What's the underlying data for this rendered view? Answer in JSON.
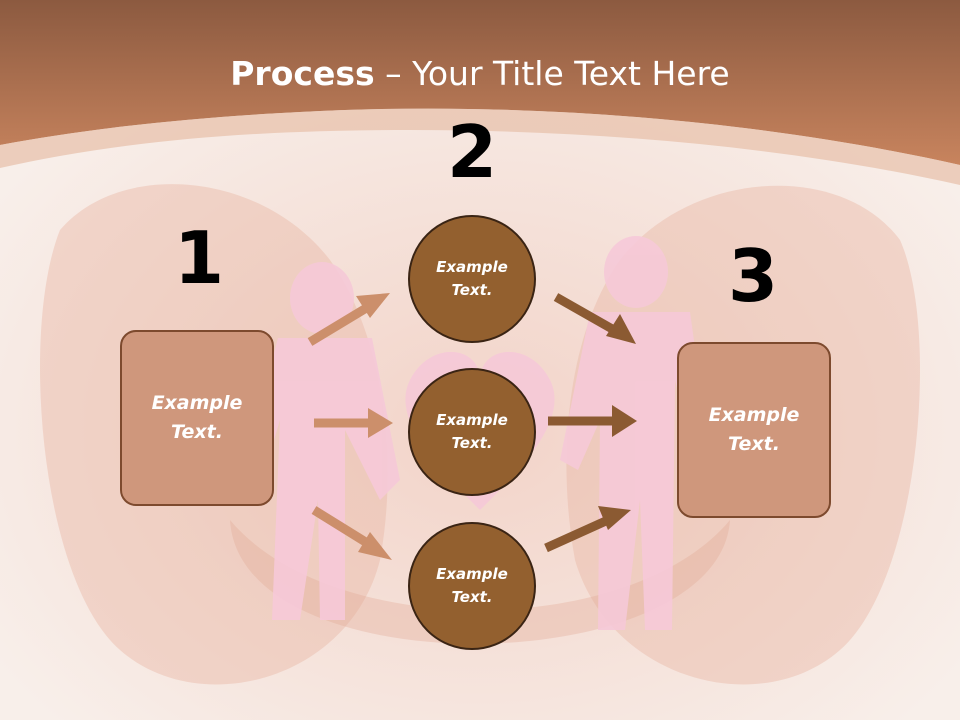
{
  "slide": {
    "title_bold": "Process",
    "title_rest": " – Your Title Text Here",
    "step_numbers": [
      "1",
      "2",
      "3"
    ],
    "left_box": "Example\nText.",
    "right_box": "Example\nText.",
    "circles": [
      "Example\nText.",
      "Example\nText.",
      "Example\nText."
    ]
  },
  "colors": {
    "header": "#b87552",
    "box_fill": "#cf977c",
    "box_border": "#7d4a2e",
    "circle_fill": "#93602f",
    "circle_border": "#3a2414",
    "arrow_light": "#cc8f6b",
    "arrow_dark": "#8b5a32",
    "figures": "#f6c9d8"
  }
}
